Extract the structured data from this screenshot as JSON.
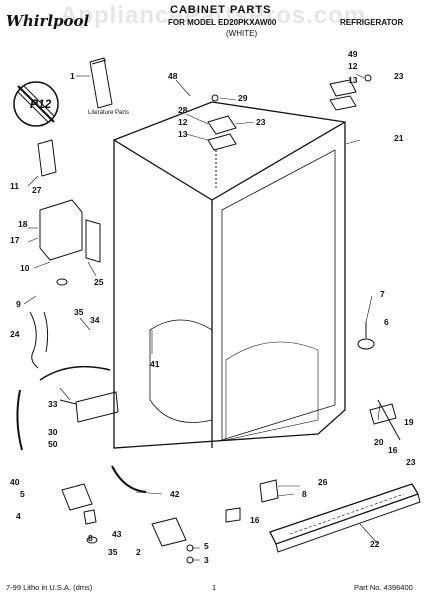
{
  "header": {
    "brand": "Whirlpool",
    "watermark": "AppliancePartsPros.com",
    "title": "CABINET PARTS",
    "model": "FOR MODEL ED20PKXAW00",
    "revision": "(WHITE)",
    "product": "REFRIGERATOR"
  },
  "badge": {
    "text": "P12"
  },
  "literature_label": "Literature Parts",
  "footer": {
    "left": "7-99 Litho in U.S.A. (dms)",
    "center": "1",
    "right": "Part No. 4396400"
  },
  "callouts": [
    {
      "id": "c1",
      "text": "1"
    },
    {
      "id": "c48",
      "text": "48"
    },
    {
      "id": "c28",
      "text": "28"
    },
    {
      "id": "c29",
      "text": "29"
    },
    {
      "id": "c12a",
      "text": "12"
    },
    {
      "id": "c13a",
      "text": "13"
    },
    {
      "id": "c23a",
      "text": "23"
    },
    {
      "id": "c49",
      "text": "49"
    },
    {
      "id": "c12b",
      "text": "12"
    },
    {
      "id": "c13b",
      "text": "13"
    },
    {
      "id": "c23b",
      "text": "23"
    },
    {
      "id": "c21",
      "text": "21"
    },
    {
      "id": "c11",
      "text": "11"
    },
    {
      "id": "c27",
      "text": "27"
    },
    {
      "id": "c18",
      "text": "18"
    },
    {
      "id": "c17",
      "text": "17"
    },
    {
      "id": "c10",
      "text": "10"
    },
    {
      "id": "c25",
      "text": "25"
    },
    {
      "id": "c9",
      "text": "9"
    },
    {
      "id": "c35a",
      "text": "35"
    },
    {
      "id": "c34",
      "text": "34"
    },
    {
      "id": "c24",
      "text": "24"
    },
    {
      "id": "c41",
      "text": "41"
    },
    {
      "id": "c7",
      "text": "7"
    },
    {
      "id": "c6",
      "text": "6"
    },
    {
      "id": "c33",
      "text": "33"
    },
    {
      "id": "c30",
      "text": "30"
    },
    {
      "id": "c50",
      "text": "50"
    },
    {
      "id": "c40",
      "text": "40"
    },
    {
      "id": "c5a",
      "text": "5"
    },
    {
      "id": "c4",
      "text": "4"
    },
    {
      "id": "c42",
      "text": "42"
    },
    {
      "id": "c43",
      "text": "43"
    },
    {
      "id": "c8",
      "text": "8"
    },
    {
      "id": "c35b",
      "text": "35"
    },
    {
      "id": "c2",
      "text": "2"
    },
    {
      "id": "c5b",
      "text": "5"
    },
    {
      "id": "c3",
      "text": "3"
    },
    {
      "id": "c20",
      "text": "20"
    },
    {
      "id": "c19",
      "text": "19"
    },
    {
      "id": "c16a",
      "text": "16"
    },
    {
      "id": "c23c",
      "text": "23"
    },
    {
      "id": "c26",
      "text": "26"
    },
    {
      "id": "c8b",
      "text": "8"
    },
    {
      "id": "c16b",
      "text": "16"
    },
    {
      "id": "c22",
      "text": "22"
    }
  ],
  "colors": {
    "ink": "#111111",
    "paper": "#ffffff",
    "watermark": "#e6e6e6"
  }
}
